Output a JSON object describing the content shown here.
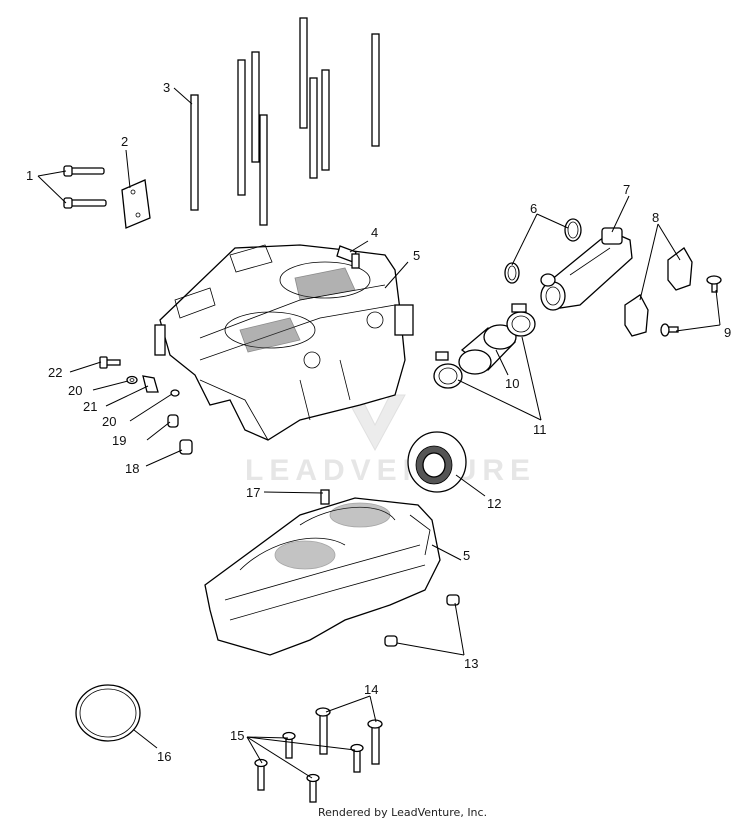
{
  "watermark": "LEADVENTURE",
  "callouts": [
    "1",
    "2",
    "3",
    "4",
    "5",
    "6",
    "7",
    "8",
    "9",
    "10",
    "11",
    "12",
    "13",
    "14",
    "15",
    "16",
    "17",
    "18",
    "19",
    "20",
    "21",
    "22"
  ],
  "callout_5_second": "5",
  "callout_20_second": "20",
  "footer": "Rendered by LeadVenture, Inc."
}
